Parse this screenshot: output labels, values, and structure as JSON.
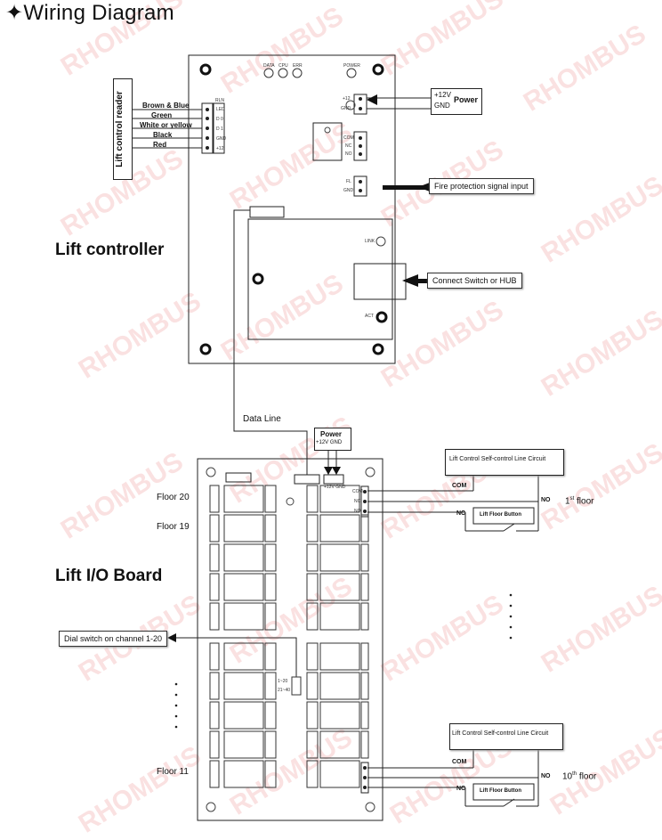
{
  "title": "✦Wiring Diagram",
  "watermark": "RHOMBUS",
  "lift_controller": {
    "label": "Lift controller",
    "reader_label": "Lift control reader",
    "reader_header": "RLN",
    "reader_wires": [
      "Brown & Blue",
      "Green",
      "White or yellow",
      "Black",
      "Red"
    ],
    "reader_pins": [
      "LED",
      "D 0",
      "D 1",
      "GND",
      "+12"
    ],
    "leds": [
      "DATA",
      "CPU",
      "ERR"
    ],
    "power_led": "POWER",
    "power_pins": [
      "+12",
      "GND"
    ],
    "power_callout_voltage": "+12V",
    "power_callout_gnd": "GND",
    "power_callout_label": "Power",
    "relay_pins": [
      "COM",
      "NC",
      "NO"
    ],
    "fire_pins": [
      "FL",
      "GND"
    ],
    "fire_callout": "Fire protection signal input",
    "network_callout": "Connect Switch or HUB",
    "link_led": "LINK",
    "act_led": "ACT"
  },
  "data_line": "Data Line",
  "io_board": {
    "label": "Lift I/O Board",
    "power_label": "Power",
    "power_sub": "+12V GND",
    "power_pins": "+12V GND",
    "floor_top_a": "Floor 20",
    "floor_top_b": "Floor 19",
    "floor_bottom": "Floor 11",
    "dial_callout": "Dial switch on channel 1-20",
    "dial_labels": [
      "1~20",
      "21~40"
    ],
    "relay_pins": [
      "NC",
      "COM",
      "NO"
    ],
    "circuit_top": {
      "title": "Lift Control Self-control Line Circuit",
      "com": "COM",
      "no": "NO",
      "nc": "NC",
      "button": "Lift Floor Button",
      "floor": "1",
      "floor_sup": "st",
      "floor_suffix": " floor"
    },
    "circuit_bottom": {
      "title": "Lift Control Self-control Line Circuit",
      "com": "COM",
      "no": "NO",
      "nc": "NC",
      "button": "Lift Floor Button",
      "floor": "10",
      "floor_sup": "th",
      "floor_suffix": " floor"
    }
  }
}
